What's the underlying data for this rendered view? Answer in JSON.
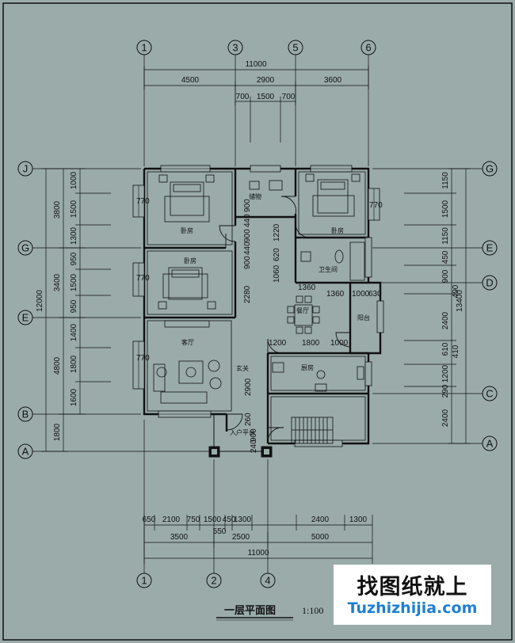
{
  "colors": {
    "background": "#9aabaa",
    "line": "#111111",
    "watermark_blue": "#1f7fd3"
  },
  "axes": {
    "top": [
      "1",
      "3",
      "5",
      "6"
    ],
    "bottom": [
      "1",
      "2",
      "4"
    ],
    "left": [
      "J",
      "G",
      "E",
      "B",
      "A"
    ],
    "right": [
      "G",
      "E",
      "D",
      "C",
      "A"
    ]
  },
  "dims_top": {
    "total": "11000",
    "d1": "4500",
    "d2": "2900",
    "d3": "3600",
    "s1": "700",
    "s2": "1500",
    "s3": "700"
  },
  "dims_bottom": {
    "row1": [
      "650",
      "2100",
      "750",
      "1500",
      "450",
      "1300",
      "2400",
      "1300"
    ],
    "mid": "550",
    "row2": [
      "3500",
      "2500",
      "5000"
    ],
    "total": "11000"
  },
  "dims_left": {
    "total": "12000",
    "outer": [
      "3800",
      "3400",
      "4800",
      "1800"
    ],
    "inner": [
      "1000",
      "1500",
      "1300",
      "950",
      "1500",
      "950",
      "1400",
      "1800",
      "1600"
    ]
  },
  "dims_right": {
    "total": "13400",
    "outer": [
      "2400",
      "2400"
    ],
    "inner": [
      "1150",
      "1500",
      "1150",
      "450",
      "900",
      "490",
      "610",
      "1200",
      "290",
      "410"
    ]
  },
  "interior_dims": [
    "770",
    "770",
    "770",
    "770",
    "900",
    "440",
    "900",
    "1220",
    "900",
    "440",
    "1060",
    "620",
    "2280",
    "1360",
    "1360",
    "1000",
    "630",
    "1200",
    "1800",
    "1000",
    "2900",
    "260",
    "900",
    "240"
  ],
  "rooms": {
    "bed_nw": "卧房",
    "bed_w": "卧房",
    "bed_ne": "卧房",
    "dining": "餐厅",
    "living": "客厅",
    "entry": "玄关",
    "kitchen": "厨房",
    "bath": "卫生间",
    "balcony": "阳台",
    "porch": "入户平台",
    "storage": "储物"
  },
  "drawing": {
    "title": "一层平面图",
    "scale": "1:100"
  },
  "watermark": {
    "line1": "找图纸就上",
    "line2": "Tuzhizhijia.com"
  }
}
